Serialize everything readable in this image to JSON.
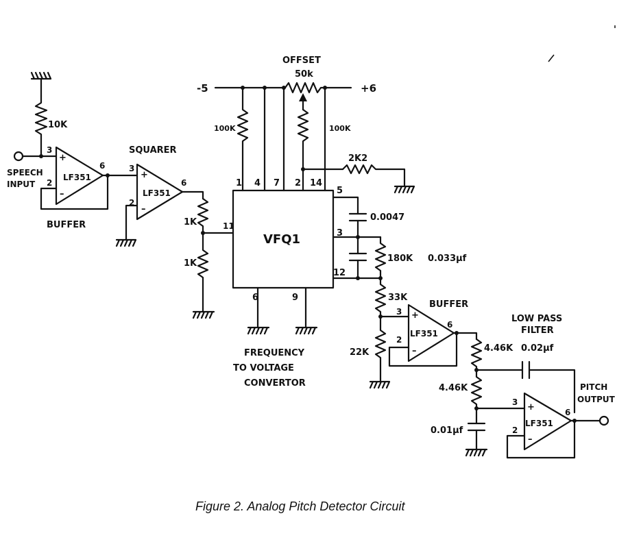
{
  "caption": "Figure 2. Analog Pitch Detector Circuit",
  "inputs": {
    "speech": [
      "SPEECH",
      "INPUT"
    ]
  },
  "outputs": {
    "pitch": [
      "PITCH",
      "OUTPUT"
    ]
  },
  "stages": {
    "buffer1": "BUFFER",
    "squarer": "SQUARER",
    "buffer2": "BUFFER",
    "lpf": [
      "LOW PASS",
      "FILTER"
    ],
    "fvc": [
      "FREQUENCY",
      "TO VOLTAGE",
      "CONVERTOR"
    ]
  },
  "ics": {
    "opamp1": "LF351",
    "opamp2": "LF351",
    "opamp3": "LF351",
    "opamp4": "LF351",
    "vfq": "VFQ1"
  },
  "supply": {
    "neg": "-5",
    "pos": "+6"
  },
  "offset": {
    "label": "OFFSET",
    "value": "50k"
  },
  "components": {
    "r_in": "10K",
    "r_sq_top": "1K",
    "r_sq_bot": "1K",
    "r_neg": "100K",
    "r_pos": "100K",
    "r_2k2": "2K2",
    "c_5": "0.0047",
    "r_180": "180K",
    "c_033": "0.033µf",
    "r_33": "33K",
    "r_22": "22K",
    "r_446a": "4.46K",
    "r_446b": "4.46K",
    "c_lpf": "0.02µf",
    "c_01": "0.01µf"
  },
  "pins": {
    "plus": "+",
    "minus": "–",
    "op1_in": "3",
    "op1_fb": "2",
    "op1_out": "6",
    "op2_in": "3",
    "op2_fb": "2",
    "op2_out": "6",
    "op3_in": "3",
    "op3_fb": "2",
    "op3_out": "6",
    "op4_in": "3",
    "op4_fb": "2",
    "op4_out": "6",
    "v1": "1",
    "v4": "4",
    "v7": "7",
    "v2": "2",
    "v14": "14",
    "v5": "5",
    "v3": "3",
    "v12": "12",
    "v11": "11",
    "v6": "6",
    "v9": "9"
  }
}
